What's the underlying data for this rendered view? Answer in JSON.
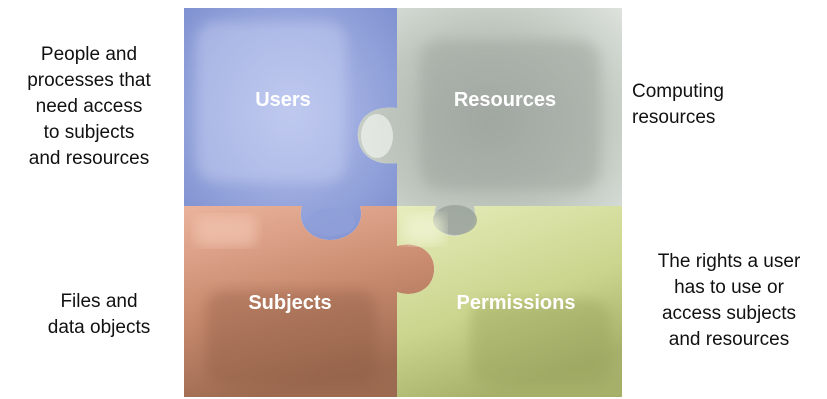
{
  "pieces": {
    "users": {
      "label": "Users",
      "color": "#8f9fd8"
    },
    "resources": {
      "label": "Resources",
      "color": "#b9c2ba"
    },
    "subjects": {
      "label": "Subjects",
      "color": "#d89a80"
    },
    "permissions": {
      "label": "Permissions",
      "color": "#d6dea0"
    }
  },
  "descriptions": {
    "users": "People and\nprocesses that\nneed access\nto subjects\nand resources",
    "resources": "Computing\nresources",
    "subjects": "Files and\ndata objects",
    "permissions": "The rights a user\nhas to use or\naccess subjects\nand resources"
  }
}
